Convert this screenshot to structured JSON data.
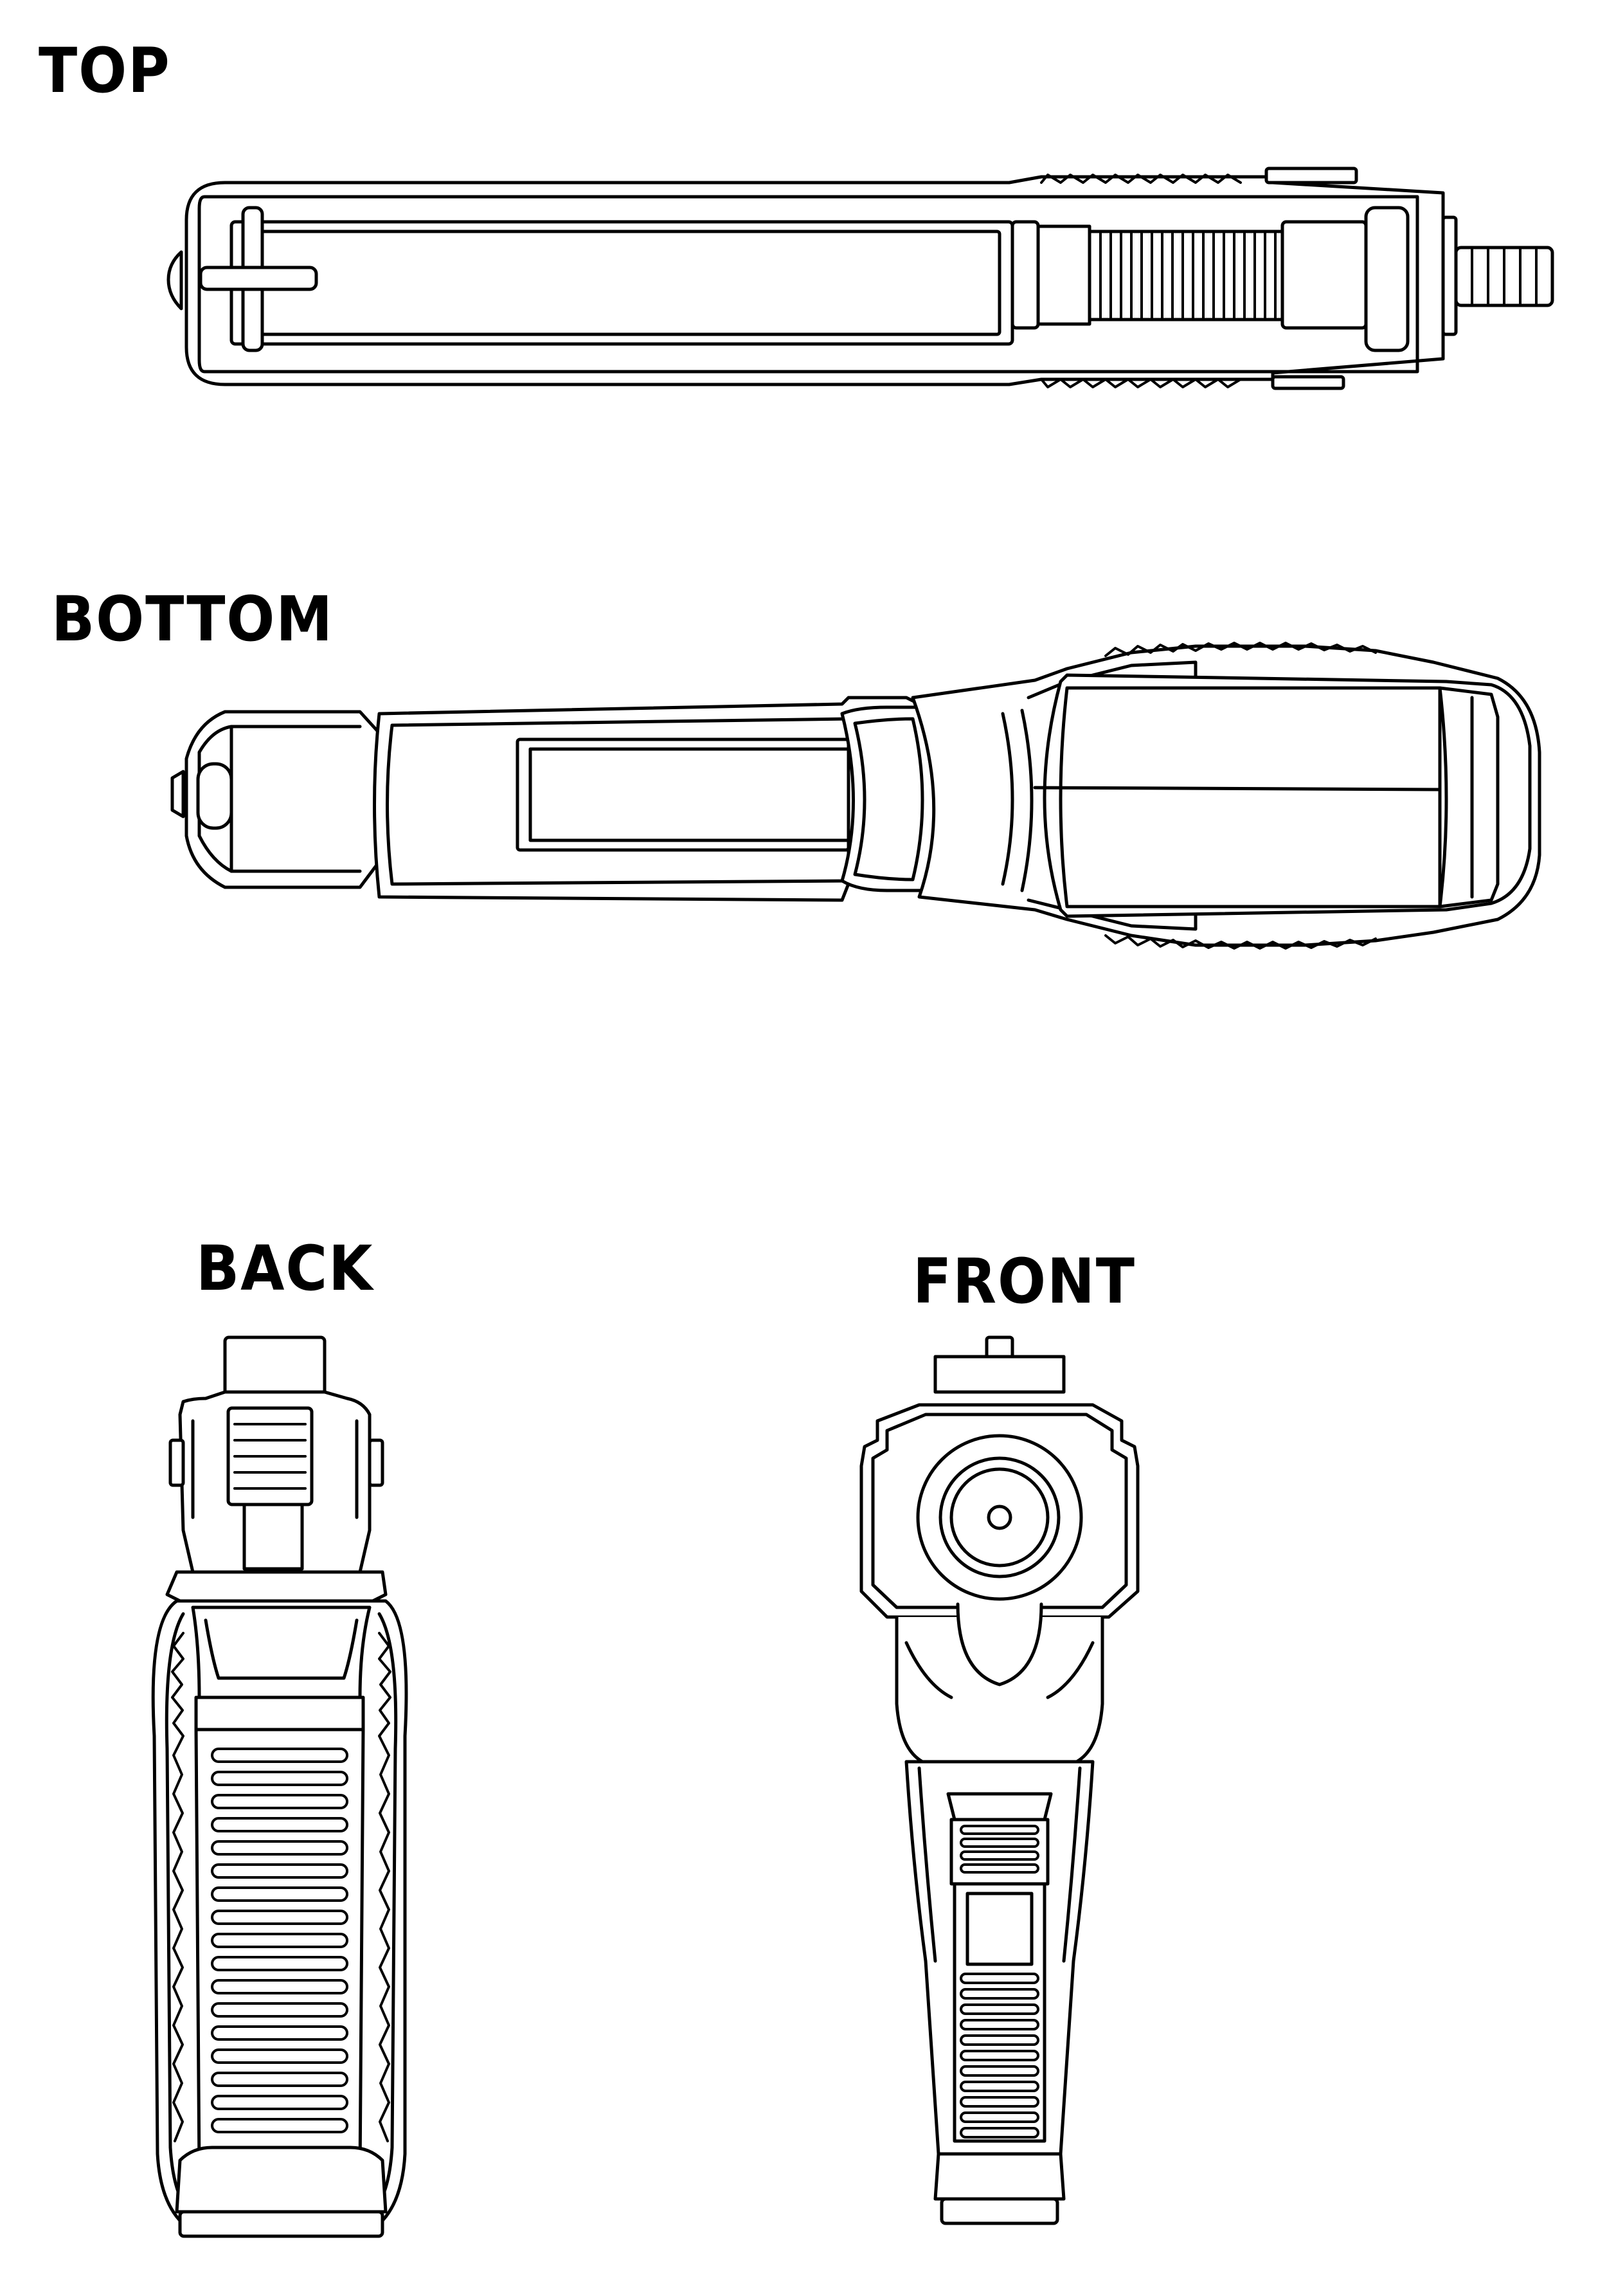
{
  "views": {
    "top": {
      "label": "TOP"
    },
    "bottom": {
      "label": "BOTTOM"
    },
    "back": {
      "label": "BACK"
    },
    "front": {
      "label": "FRONT"
    }
  },
  "colors": {
    "line": "#000000",
    "background": "#ffffff"
  }
}
